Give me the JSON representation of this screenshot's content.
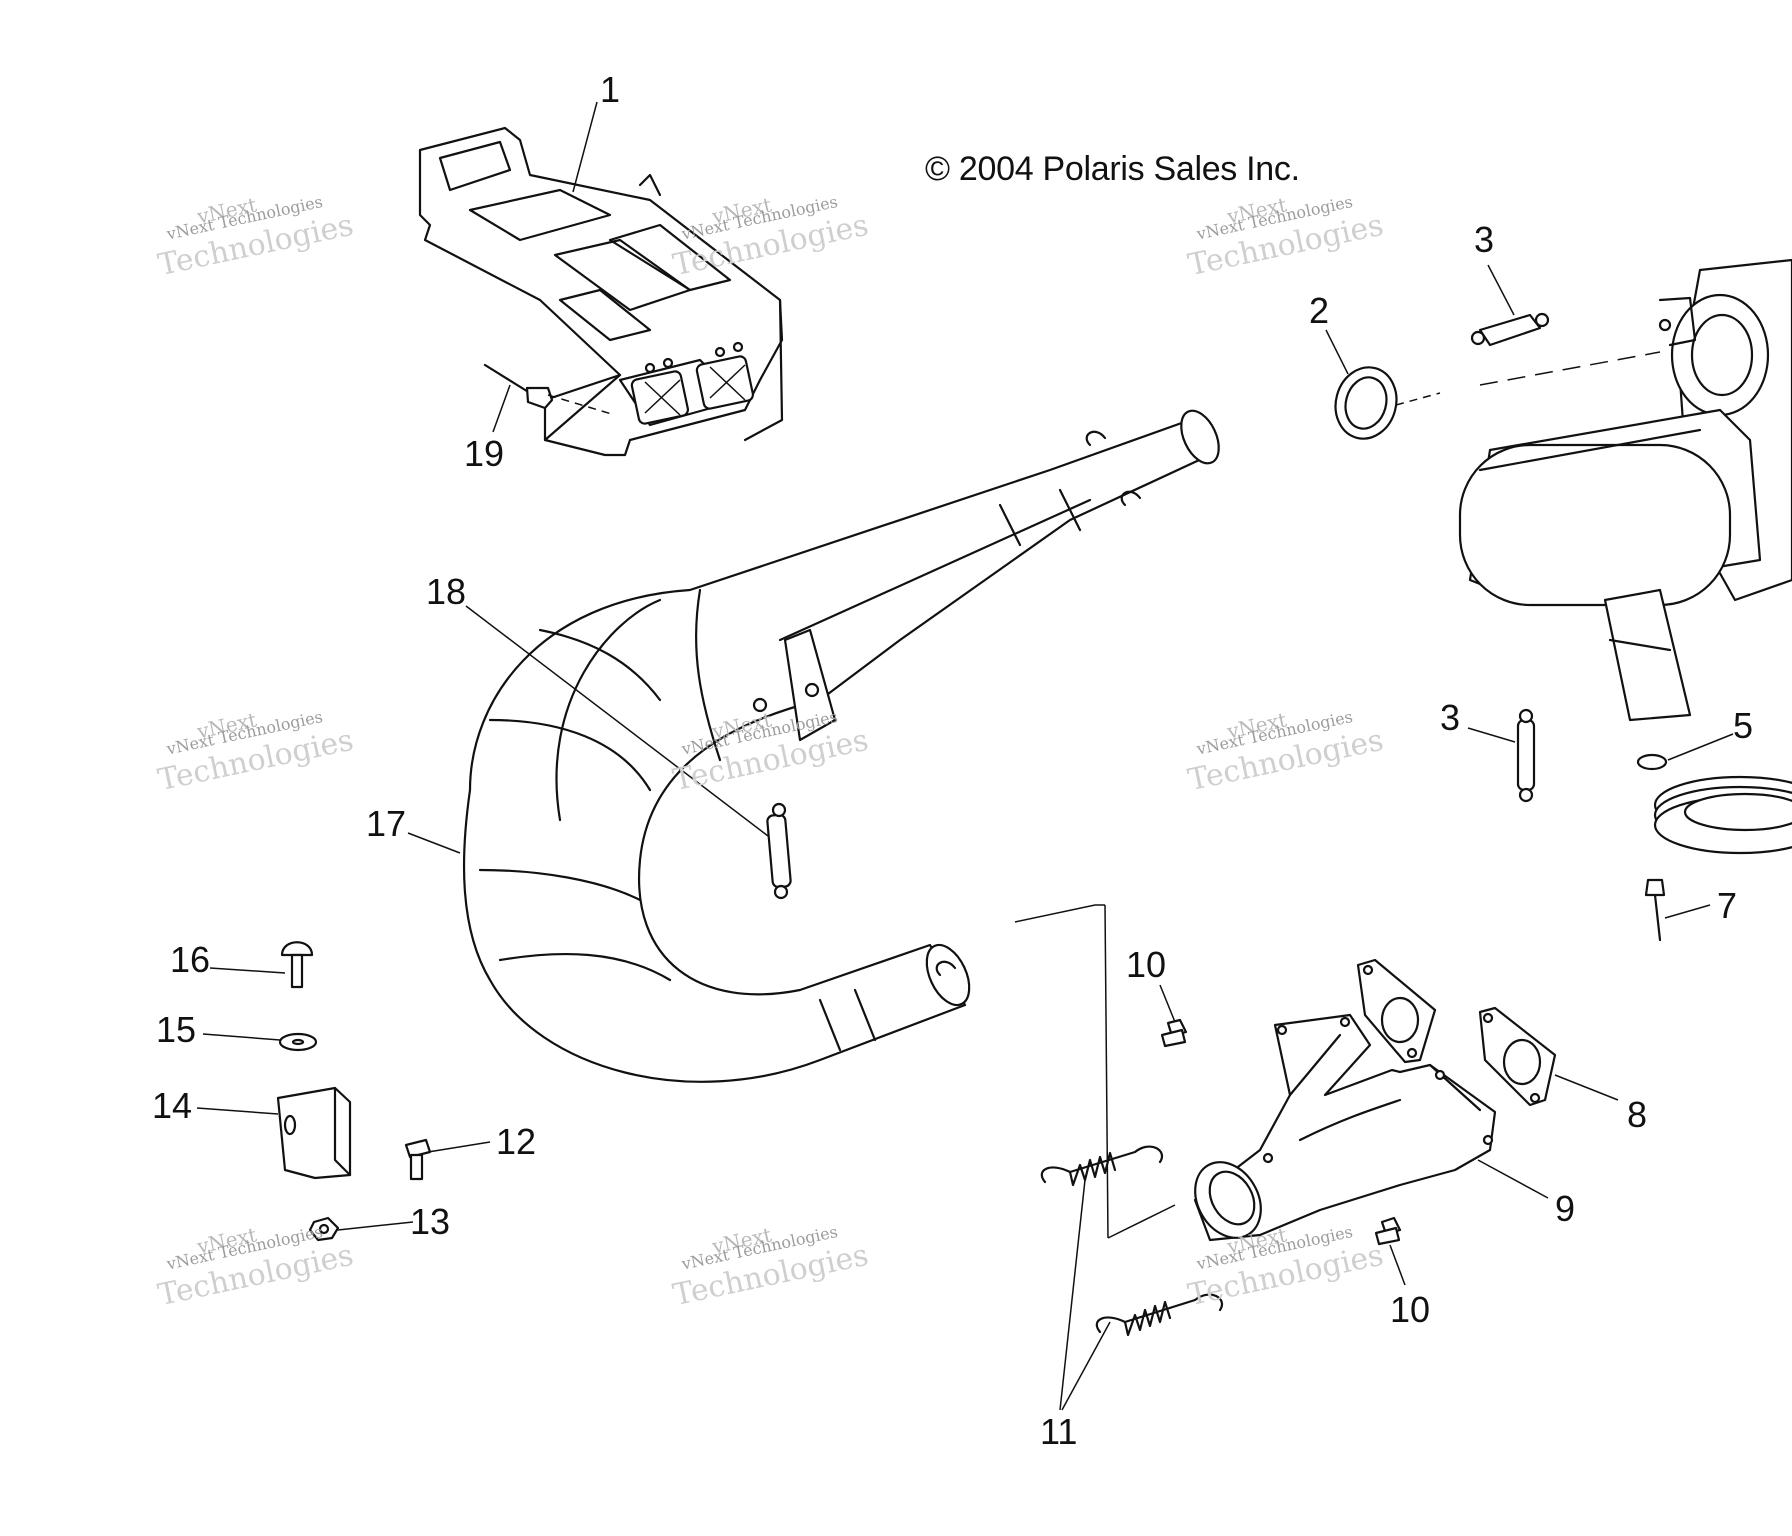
{
  "copyright": "© 2004 Polaris Sales Inc.",
  "watermark": {
    "line1": "vNext",
    "line2": "vNext Technologies",
    "line3": "Technologies"
  },
  "callouts": {
    "c1": "1",
    "c2": "2",
    "c3a": "3",
    "c3b": "3",
    "c5": "5",
    "c7": "7",
    "c8": "8",
    "c9": "9",
    "c10a": "10",
    "c10b": "10",
    "c11": "11",
    "c12": "12",
    "c13": "13",
    "c14": "14",
    "c15": "15",
    "c16": "16",
    "c17": "17",
    "c18": "18",
    "c19": "19"
  }
}
